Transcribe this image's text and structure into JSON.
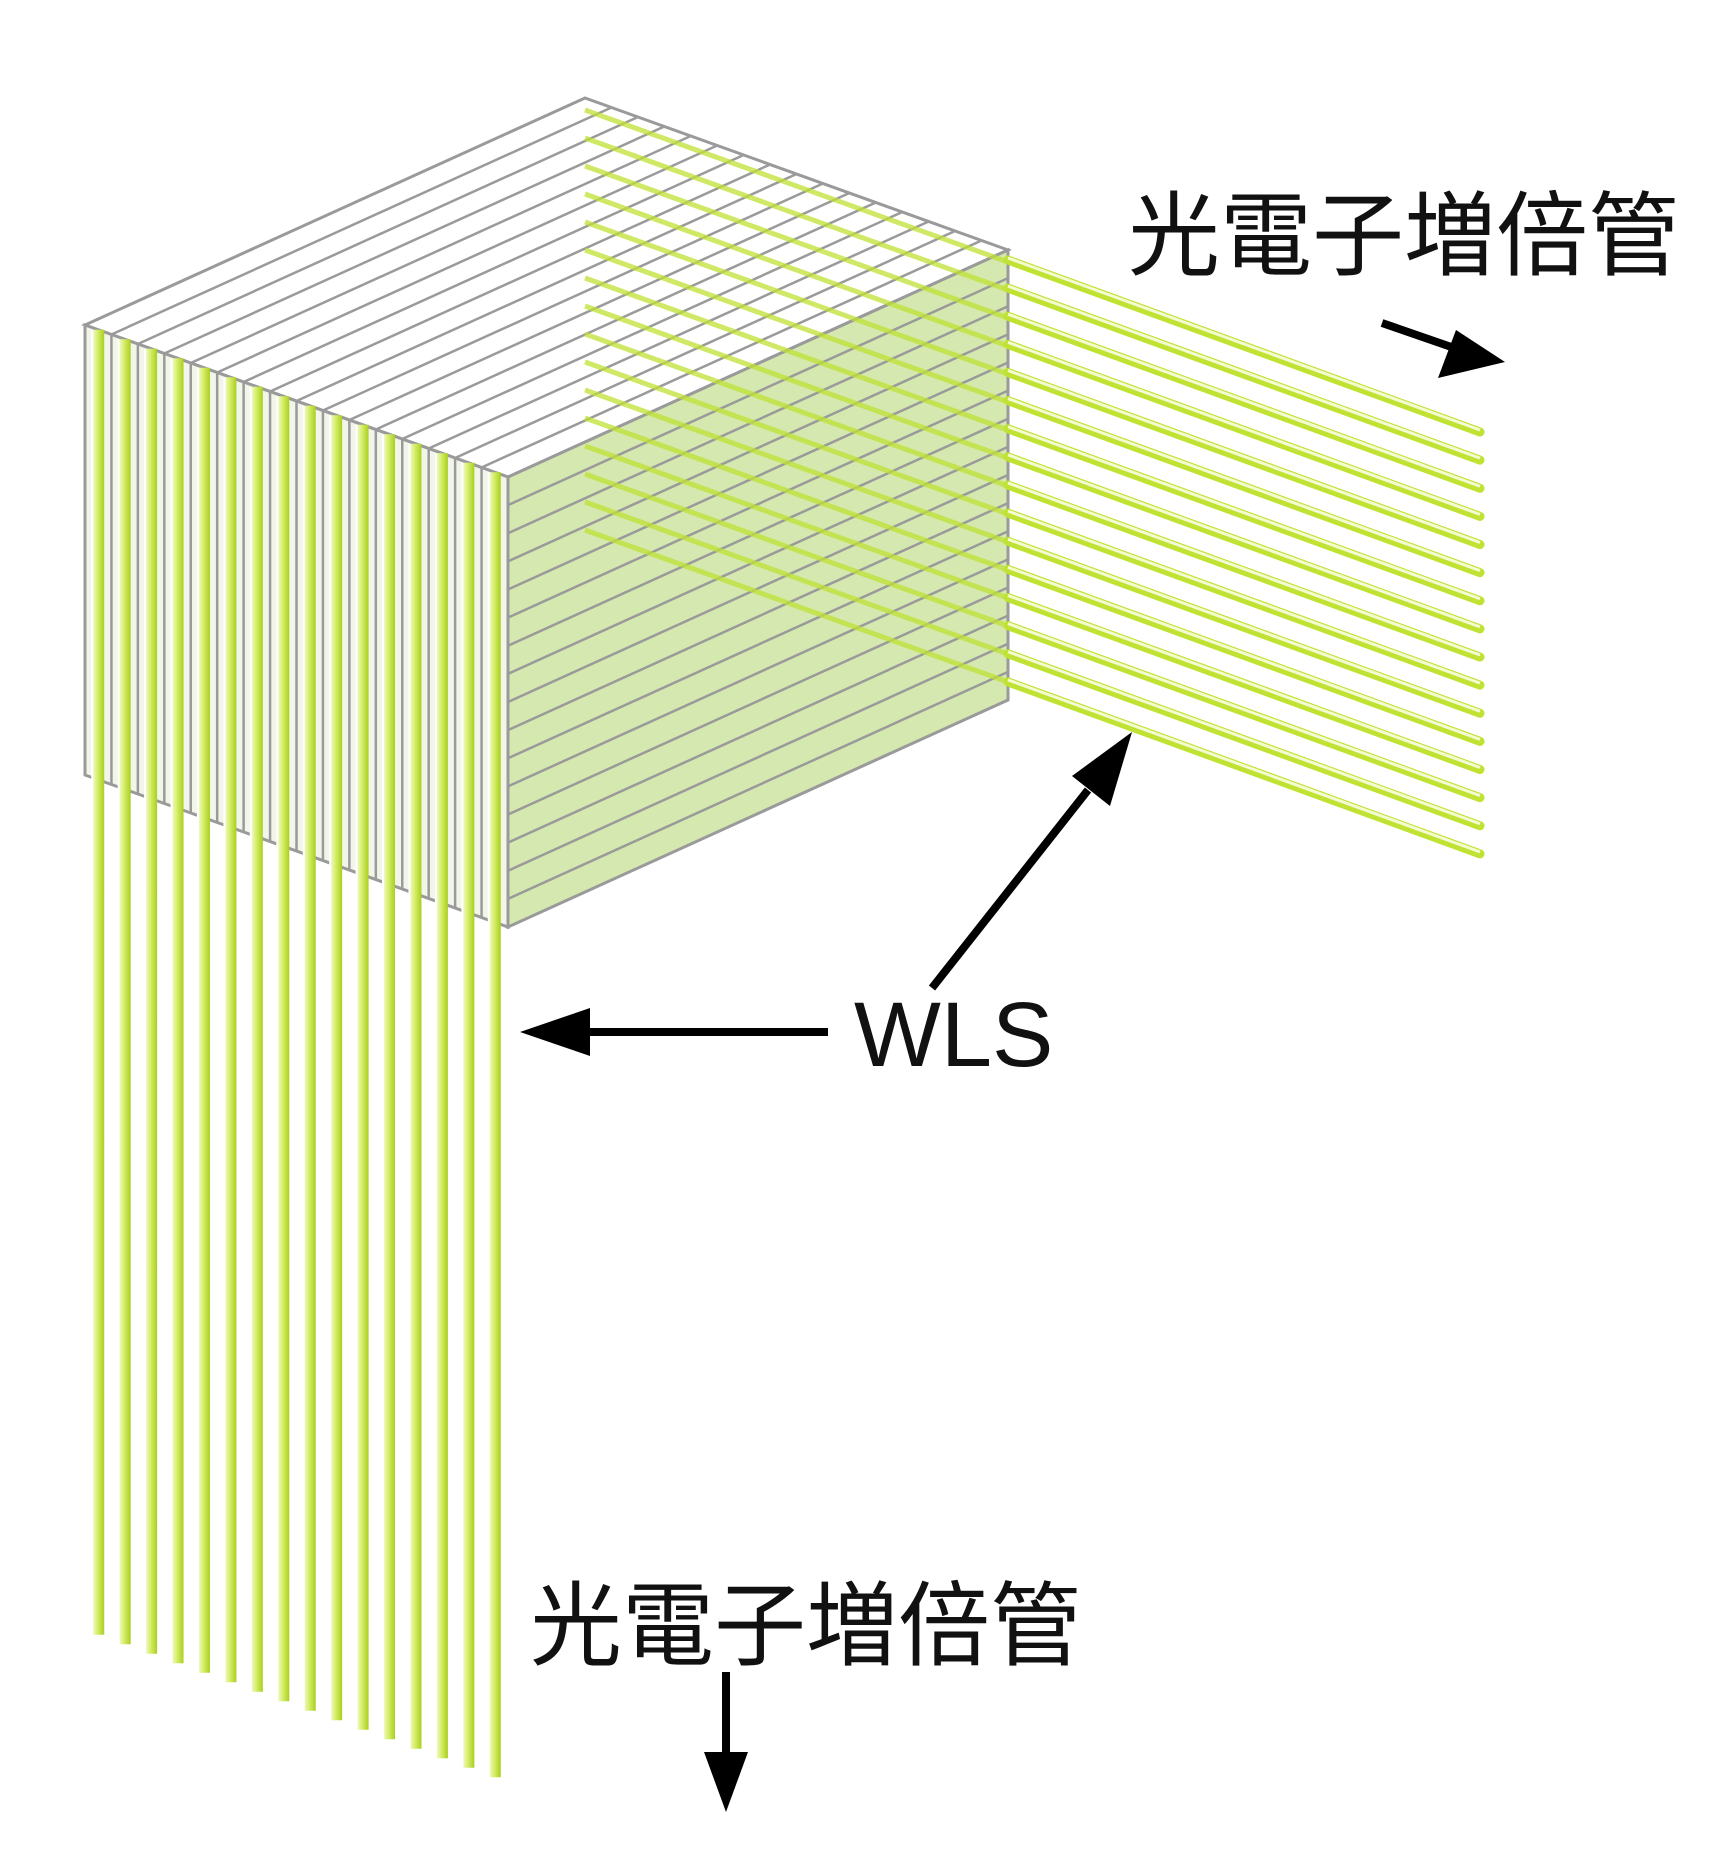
{
  "labels": {
    "pmt_right": "光電子増倍管",
    "pmt_bottom": "光電子増倍管",
    "wls": "WLS"
  },
  "structure": {
    "layer_count": 16,
    "fiber_count_vertical": 16,
    "fiber_count_horizontal": 16
  },
  "colors": {
    "fiber": "#bfe233",
    "fiber_highlight": "#f4fbd2",
    "block_fill": "#cfe6a6",
    "block_edge": "#9a9a9a",
    "arrow": "#000000"
  }
}
